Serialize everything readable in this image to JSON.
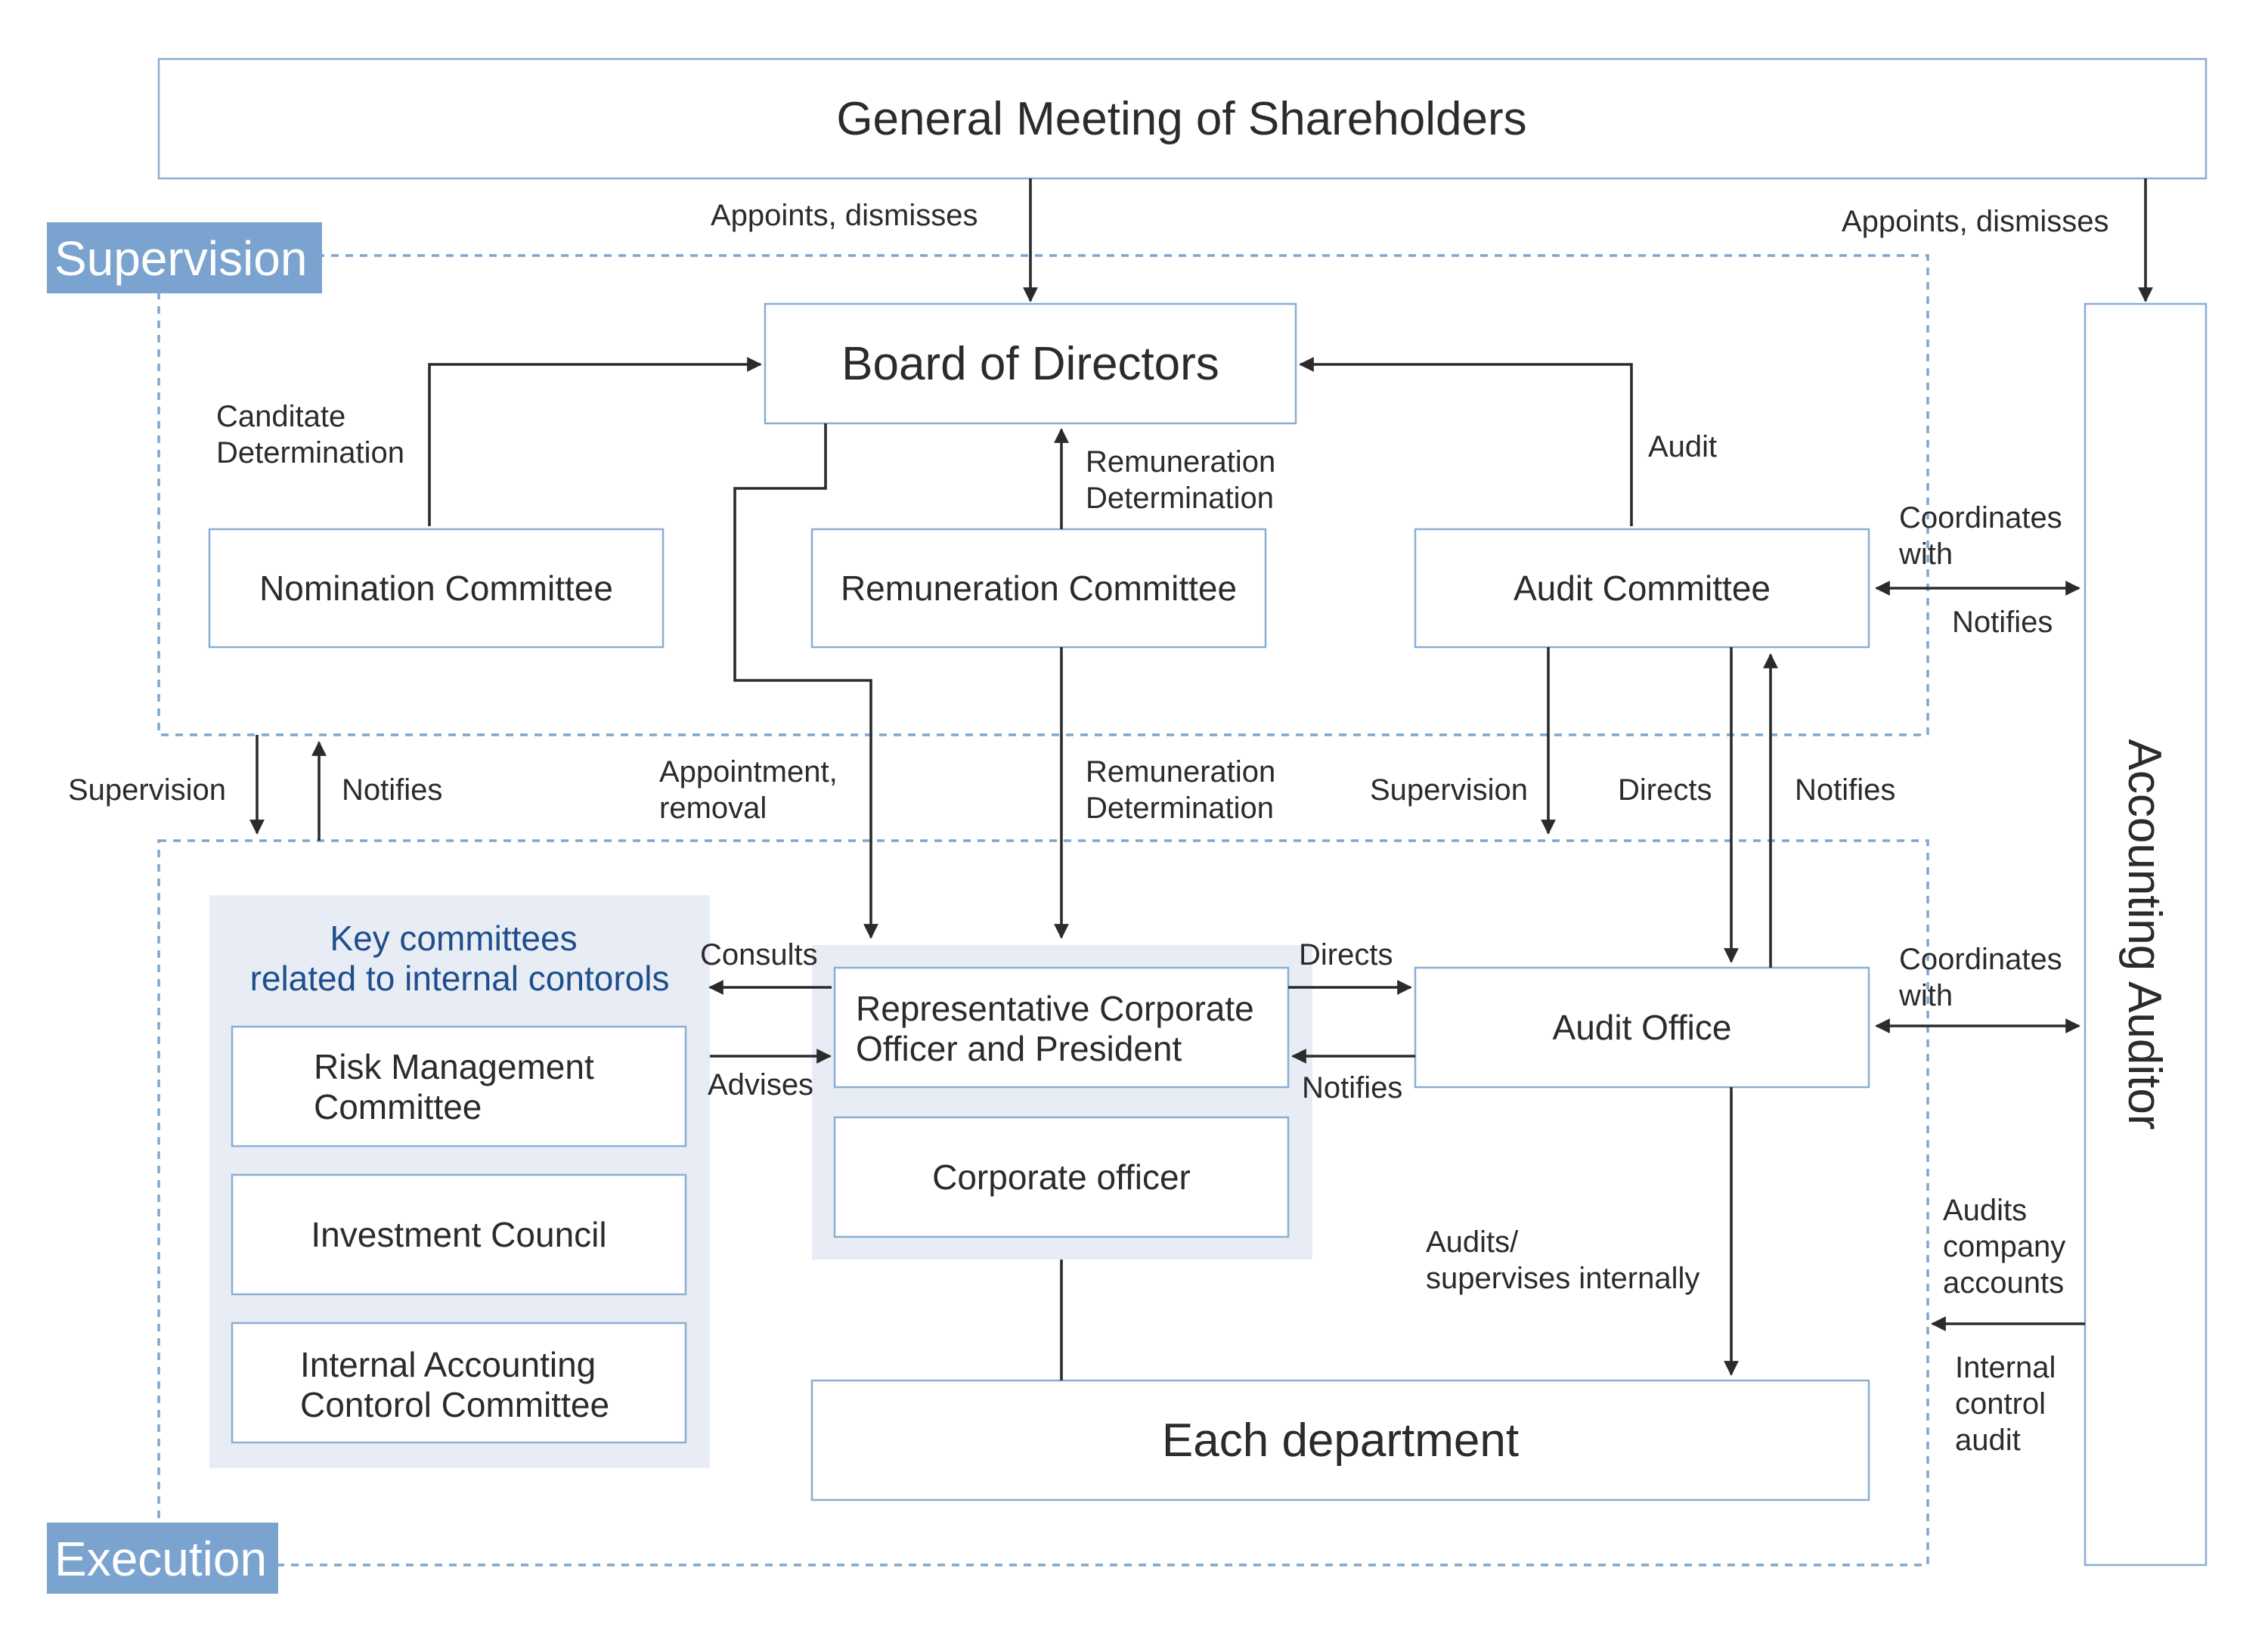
{
  "colors": {
    "box_border": "#8aaed3",
    "dashed_border": "#7fa6cf",
    "tag_fill": "#7ba3cf",
    "panel_fill": "#e8edf5",
    "key_heading": "#1f4e8c",
    "arrow": "#2b2b2b"
  },
  "zones": {
    "supervision": "Supervision",
    "execution": "Execution"
  },
  "boxes": {
    "shareholders": "General Meeting of Shareholders",
    "board": "Board of Directors",
    "nomination": "Nomination Committee",
    "remuneration": "Remuneration Committee",
    "audit_committee": "Audit Committee",
    "accounting_auditor": "Accounting Auditor",
    "rep_officer": [
      "Representative Corporate",
      "Officer and President"
    ],
    "corporate_officer": "Corporate officer",
    "audit_office": "Audit Office",
    "each_department": "Each department",
    "key_committees_heading": [
      "Key committees",
      "related to internal contorols"
    ],
    "risk_management": [
      "Risk Management",
      "Committee"
    ],
    "investment_council": "Investment Council",
    "internal_accounting": [
      "Internal Accounting",
      "Contorol Committee"
    ]
  },
  "labels": {
    "appoints_board": "Appoints, dismisses",
    "appoints_auditor": "Appoints, dismisses",
    "candidate_determination": [
      "Canditate",
      "Determination"
    ],
    "remuneration_to_board": [
      "Remuneration",
      "Determination"
    ],
    "audit": "Audit",
    "coordinates_top": [
      "Coordinates",
      "with"
    ],
    "notifies_top": "Notifies",
    "supervision_left": "Supervision",
    "notifies_left": "Notifies",
    "appointment_removal": [
      "Appointment,",
      "removal"
    ],
    "remuneration_to_officer": [
      "Remuneration",
      "Determination"
    ],
    "supervision_mid": "Supervision",
    "directs_mid": "Directs",
    "notifies_mid": "Notifies",
    "consults": "Consults",
    "advises": "Advises",
    "directs_office": "Directs",
    "notifies_office": "Notifies",
    "coordinates_bottom": [
      "Coordinates",
      "with"
    ],
    "audits_supervises": [
      "Audits/",
      "supervises internally"
    ],
    "audits_accounts": [
      "Audits",
      "company",
      "accounts"
    ],
    "internal_control_audit": [
      "Internal",
      "control",
      "audit"
    ]
  }
}
